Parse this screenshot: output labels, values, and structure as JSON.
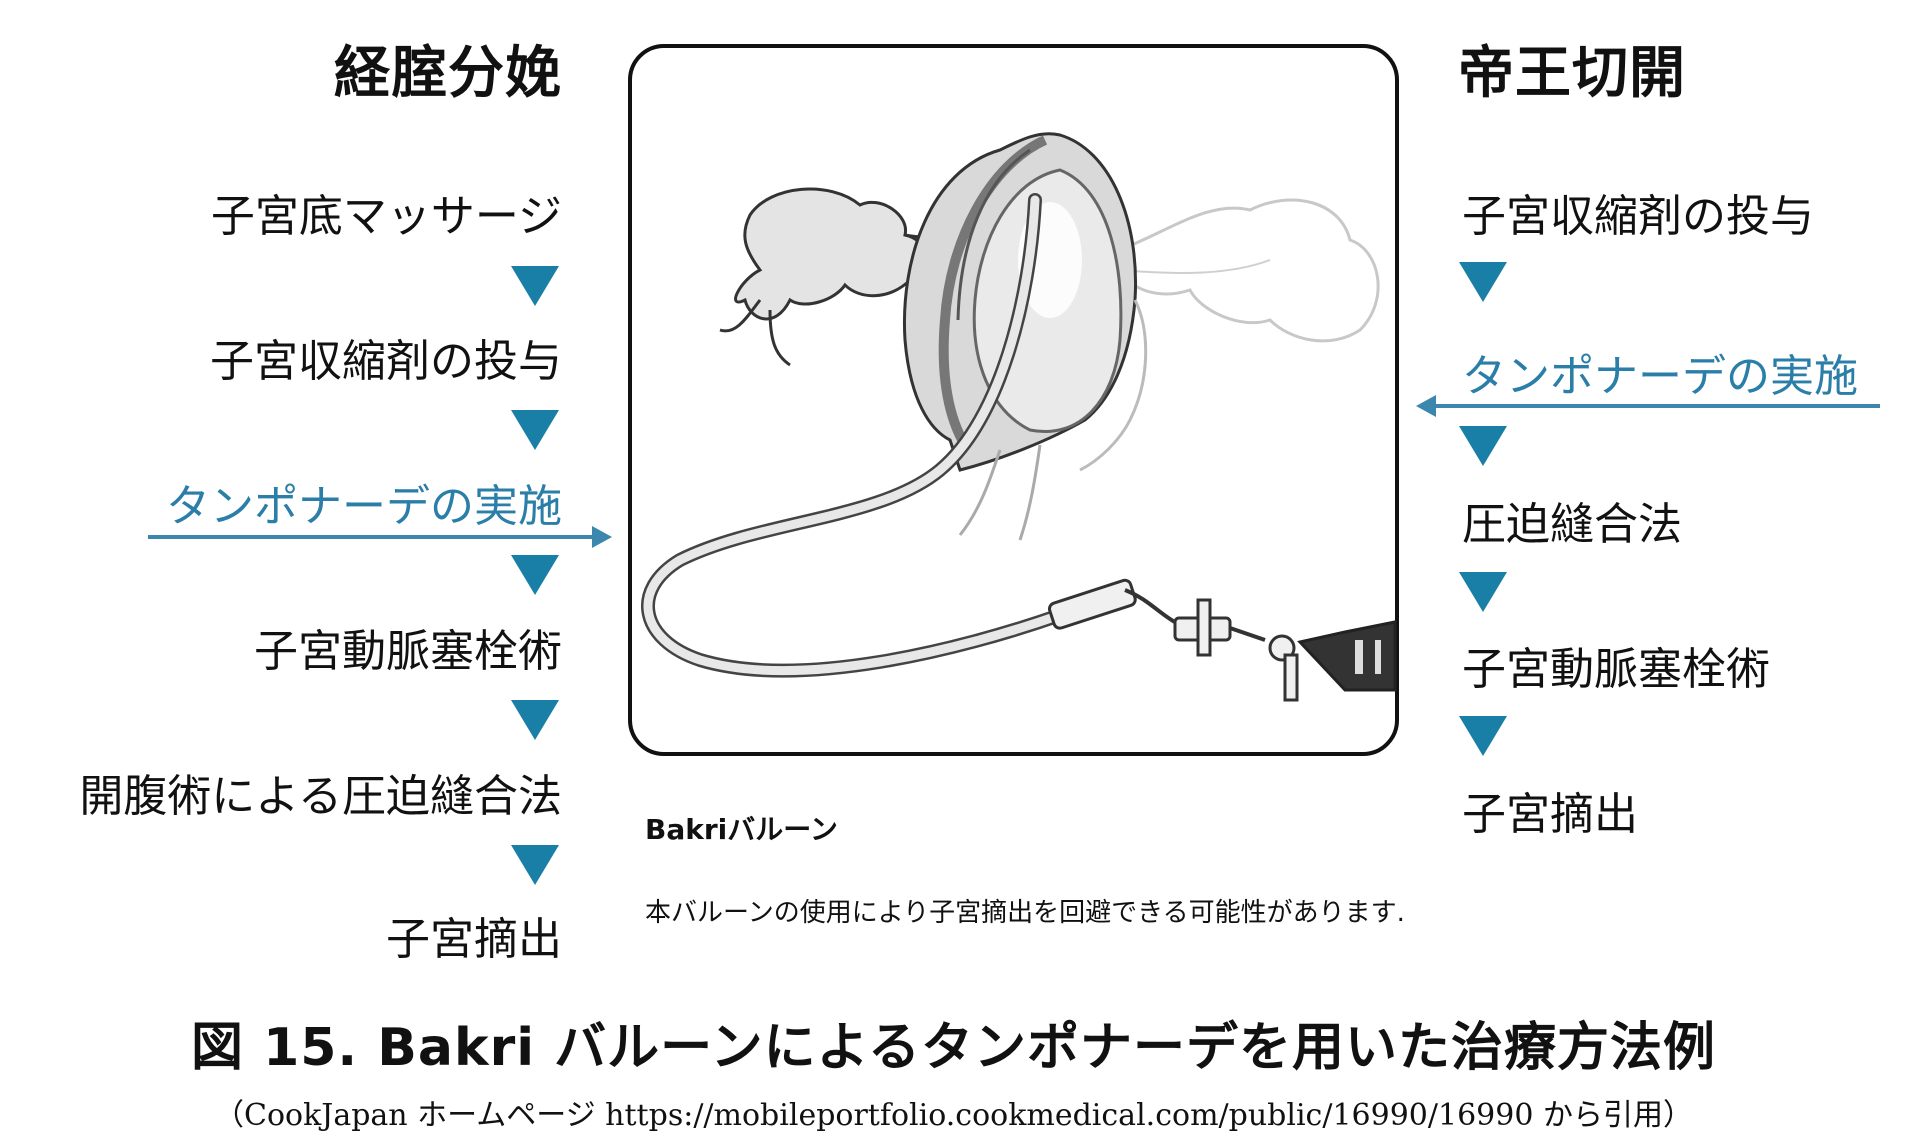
{
  "left_column": {
    "heading": "経腟分娩",
    "steps": [
      "子宮底マッサージ",
      "子宮収縮剤の投与",
      "タンポナーデの実施",
      "子宮動脈塞栓術",
      "開腹術による圧迫縫合法",
      "子宮摘出"
    ],
    "highlight_index": 2
  },
  "right_column": {
    "heading": "帝王切開",
    "steps": [
      "子宮収縮剤の投与",
      "タンポナーデの実施",
      "圧迫縫合法",
      "子宮動脈塞栓術",
      "子宮摘出"
    ],
    "highlight_index": 1
  },
  "illustration": {
    "caption_title": "Bakriバルーン",
    "caption_body": "本バルーンの使用により子宮摘出を回避できる可能性があります."
  },
  "figure": {
    "title": "図 15.  Bakri バルーンによるタンポナーデを用いた治療方法例",
    "source": "（CookJapan ホームページ https://mobileportfolio.cookmedical.com/public/16990/16990 から引用）"
  },
  "colors": {
    "highlight_text": "#2a7ea8",
    "arrow": "#3b87ad",
    "triangle": "#1a7fa6"
  }
}
